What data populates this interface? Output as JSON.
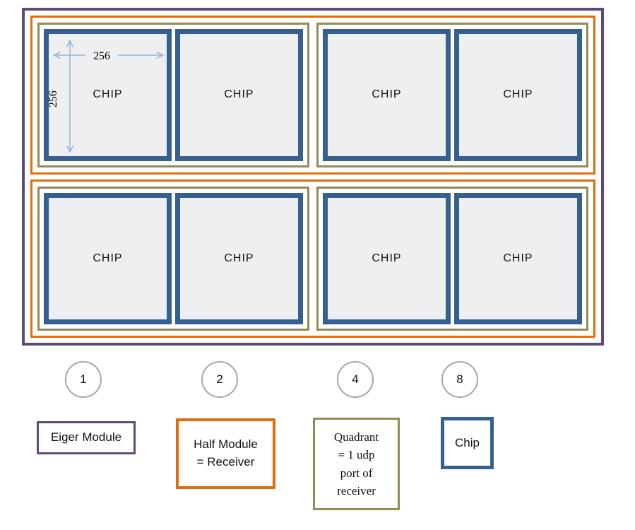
{
  "colors": {
    "module": "#5f497a",
    "half": "#e36c09",
    "quadrant": "#948a54",
    "chip": "#376092",
    "chip-fill": "#edeff1",
    "circle": "#a6a6a6",
    "arrow": "#95b3d7"
  },
  "diagram": {
    "chip_label": "CHIP",
    "width_label": "256",
    "height_label": "256"
  },
  "legend": {
    "counts": {
      "module": "1",
      "half": "2",
      "quadrant": "4",
      "chip": "8"
    },
    "labels": {
      "module": "Eiger Module",
      "half": "Half Module\n= Receiver",
      "quadrant": "Quadrant\n= 1 udp\nport of\nreceiver",
      "chip": "Chip"
    }
  }
}
